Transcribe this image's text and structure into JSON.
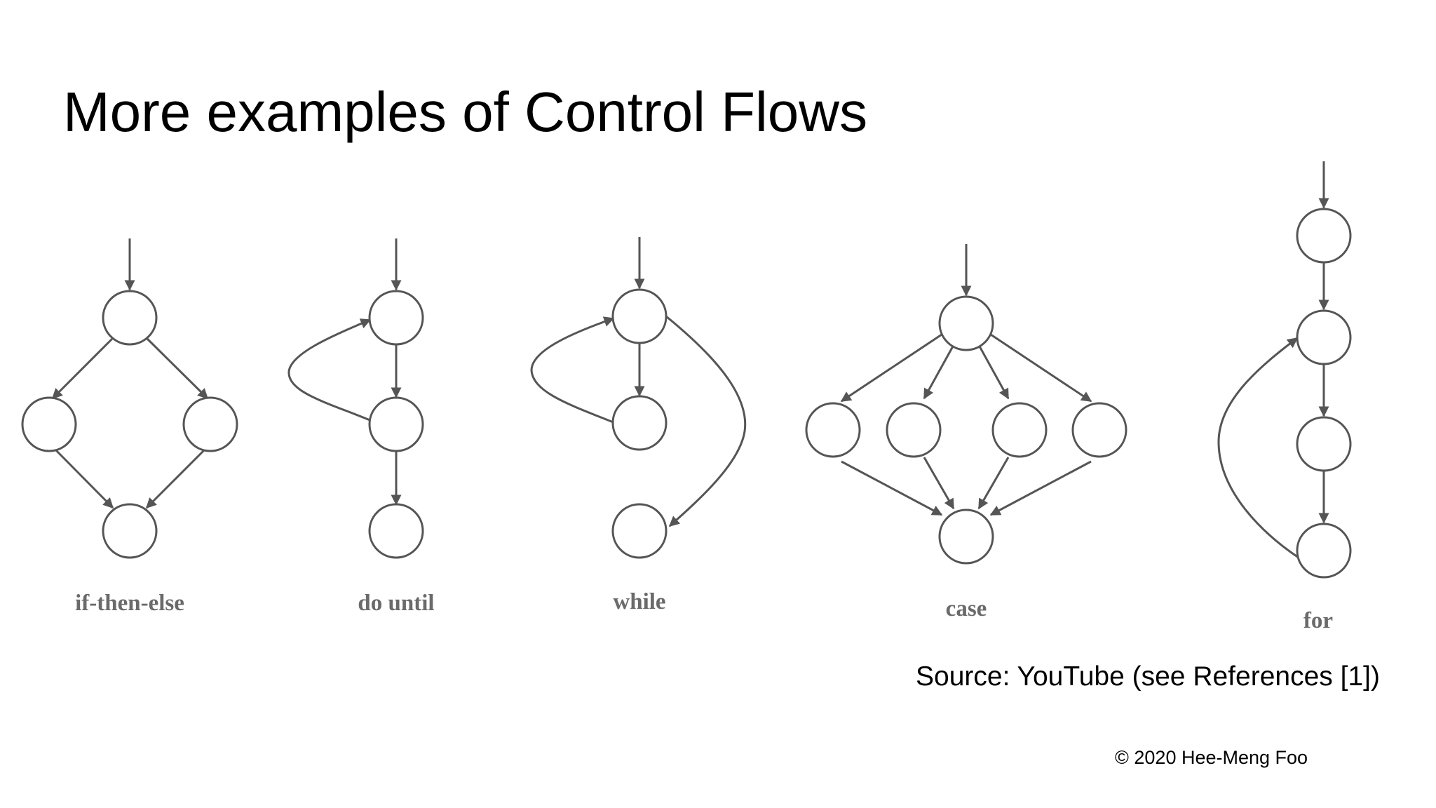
{
  "slide": {
    "title": "More examples of Control Flows",
    "source_note": "Source: YouTube (see References [1])",
    "copyright": "© 2020 Hee-Meng Foo"
  },
  "diagrams": [
    {
      "id": "if-then-else",
      "label": "if-then-else",
      "node_count": 4
    },
    {
      "id": "do-until",
      "label": "do until",
      "node_count": 3
    },
    {
      "id": "while",
      "label": "while",
      "node_count": 3
    },
    {
      "id": "case",
      "label": "case",
      "node_count": 6
    },
    {
      "id": "for",
      "label": "for",
      "node_count": 4
    }
  ],
  "colors": {
    "background": "#ffffff",
    "text": "#000000",
    "diagram_stroke": "#555555",
    "diagram_label": "#6a6a6a"
  }
}
